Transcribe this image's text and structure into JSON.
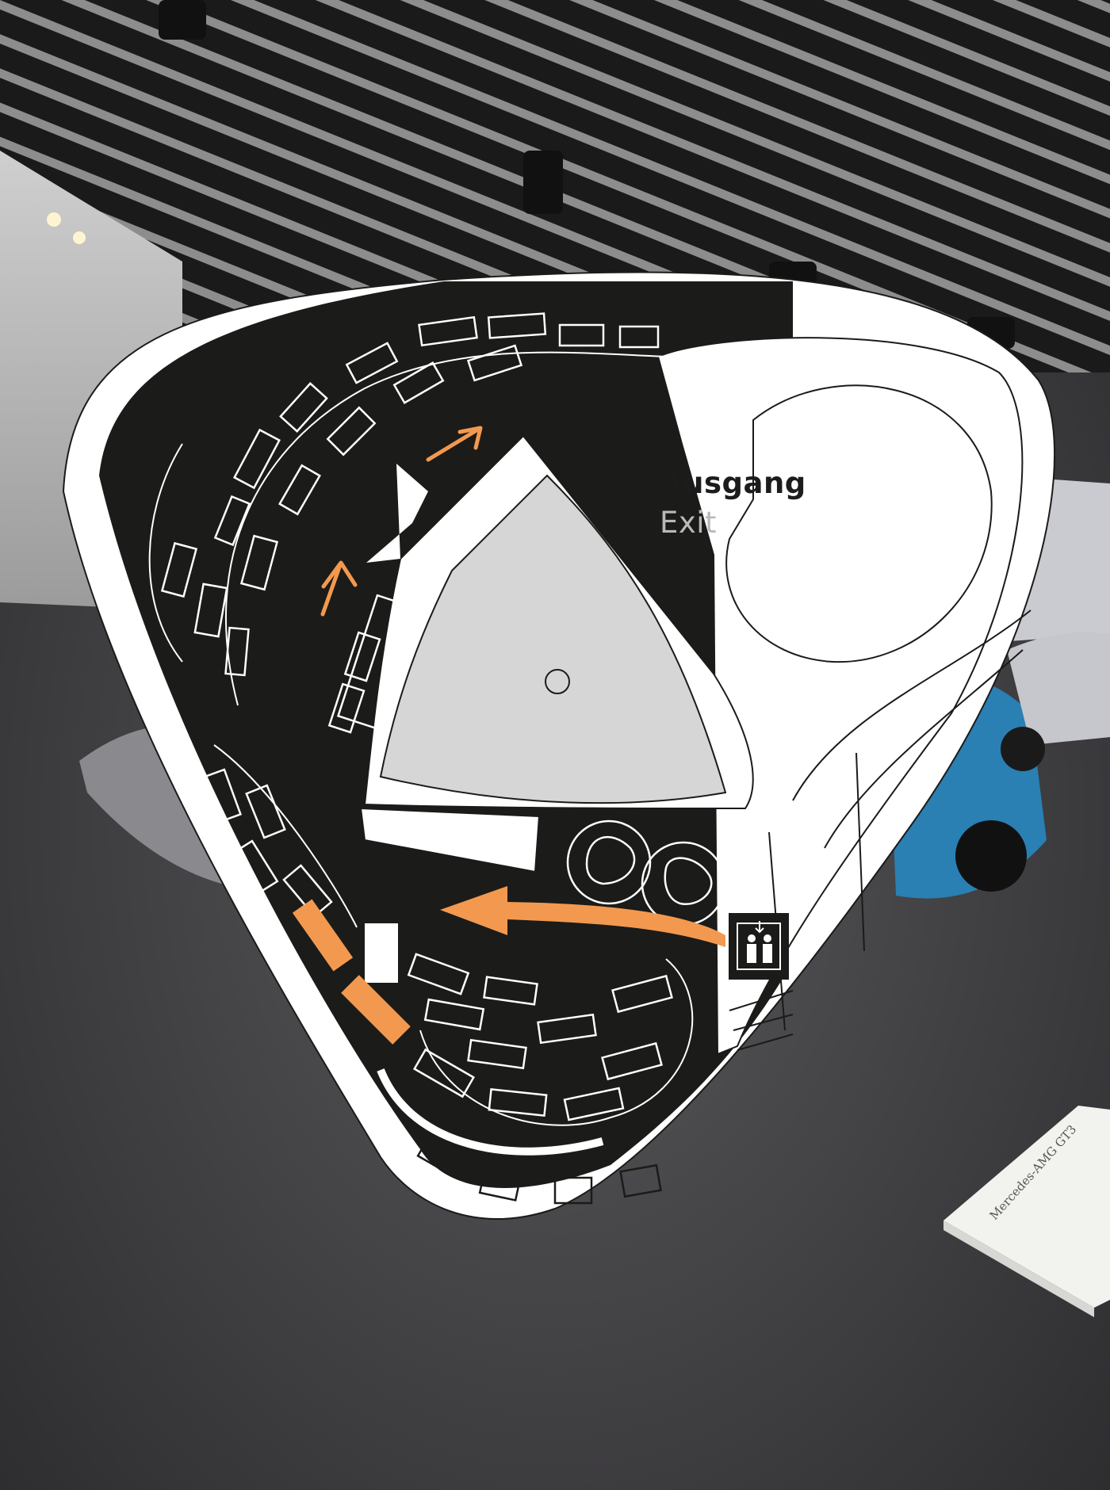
{
  "map": {
    "exit_label_de": "Ausgang",
    "exit_label_en": "Exit"
  },
  "legend": {
    "elevator_icon": "elevator-icon"
  },
  "colors": {
    "route_orange": "#f2994f",
    "floor_dark": "#1b1b19",
    "inner_gray": "#d6d6d6",
    "wall_white": "#ffffff"
  },
  "background": {
    "placard_title": "Mercedes-AMG GT3"
  }
}
